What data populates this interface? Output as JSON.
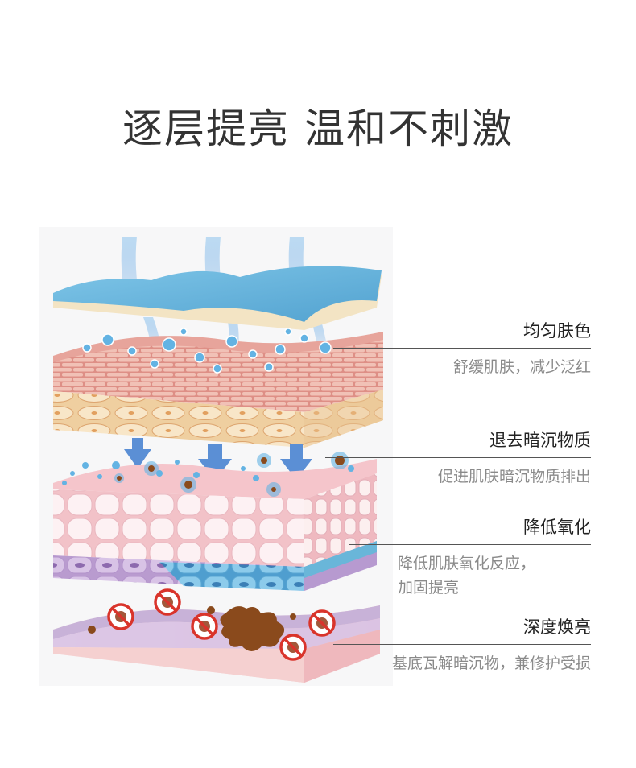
{
  "title": "逐层提亮 温和不刺激",
  "callouts": [
    {
      "title": "均匀肤色",
      "desc": "舒缓肌肤，减少泛红"
    },
    {
      "title": "退去暗沉物质",
      "desc": "促进肌肤暗沉物质排出"
    },
    {
      "title": "降低氧化",
      "desc": "降低肌肤氧化反应，\n加固提亮"
    },
    {
      "title": "深度焕亮",
      "desc": "基底瓦解暗沉物，兼修护受损"
    }
  ],
  "colors": {
    "title_text": "#333333",
    "callout_title": "#222222",
    "callout_desc": "#8a8a8a",
    "top_layer": "#6cb6dd",
    "dermis_pink": "#e7a59b",
    "fat_yellow": "#f3d9ad",
    "cell_layer": "#f4c9cc",
    "basal_purple": "#c8b2d8",
    "base_cyan": "#69b6d9",
    "base_pink": "#f5d2d2",
    "arrow_blue": "#5b8fd5",
    "forbidden_red": "#d9342b",
    "melanin_brown": "#8a4a1c"
  }
}
